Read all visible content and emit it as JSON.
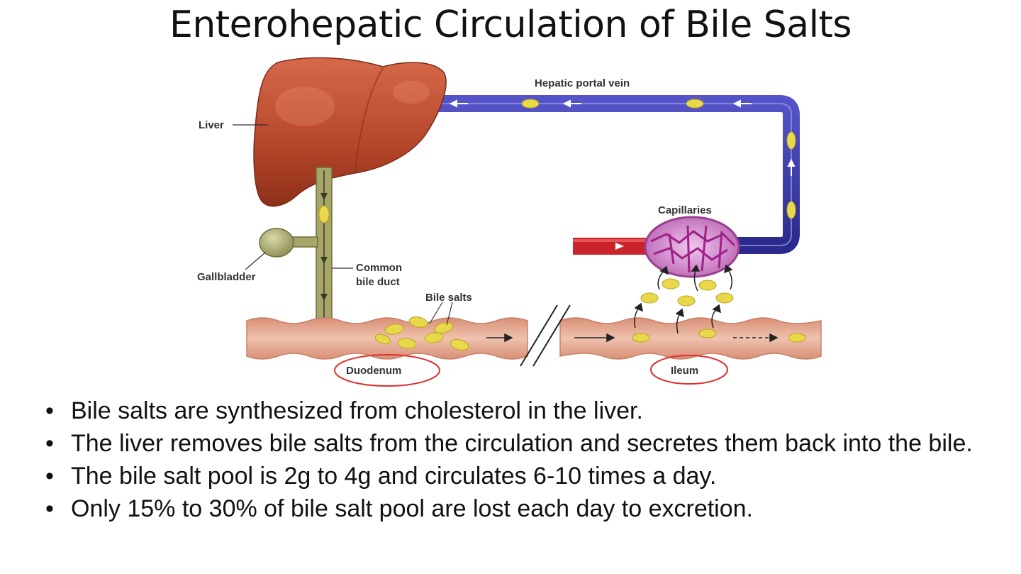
{
  "slide": {
    "title": "Enterohepatic Circulation of Bile Salts",
    "bullets": [
      "Bile salts are synthesized from cholesterol in the liver.",
      "The liver removes bile salts from the circulation and secretes them back into the bile.",
      "The bile salt pool is 2g to 4g and circulates 6-10 times a day.",
      "Only 15% to 30% of bile salt pool are lost each day to excretion."
    ]
  },
  "diagram": {
    "labels": {
      "liver": "Liver",
      "portal_vein": "Hepatic portal vein",
      "capillaries": "Capillaries",
      "gallbladder": "Gallbladder",
      "common_bile_duct_line1": "Common",
      "common_bile_duct_line2": "bile duct",
      "bile_salts": "Bile salts",
      "duodenum": "Duodenum",
      "ileum": "Ileum"
    },
    "colors": {
      "liver": "#b8482c",
      "vein": "#3a3aa8",
      "artery": "#c8242a",
      "bile_duct": "#a6a56a",
      "intestine": "#e7b09a",
      "bile_salt": "#e8d84a",
      "highlight_circle": "#e03030",
      "capillary": "#b84fb0"
    }
  }
}
